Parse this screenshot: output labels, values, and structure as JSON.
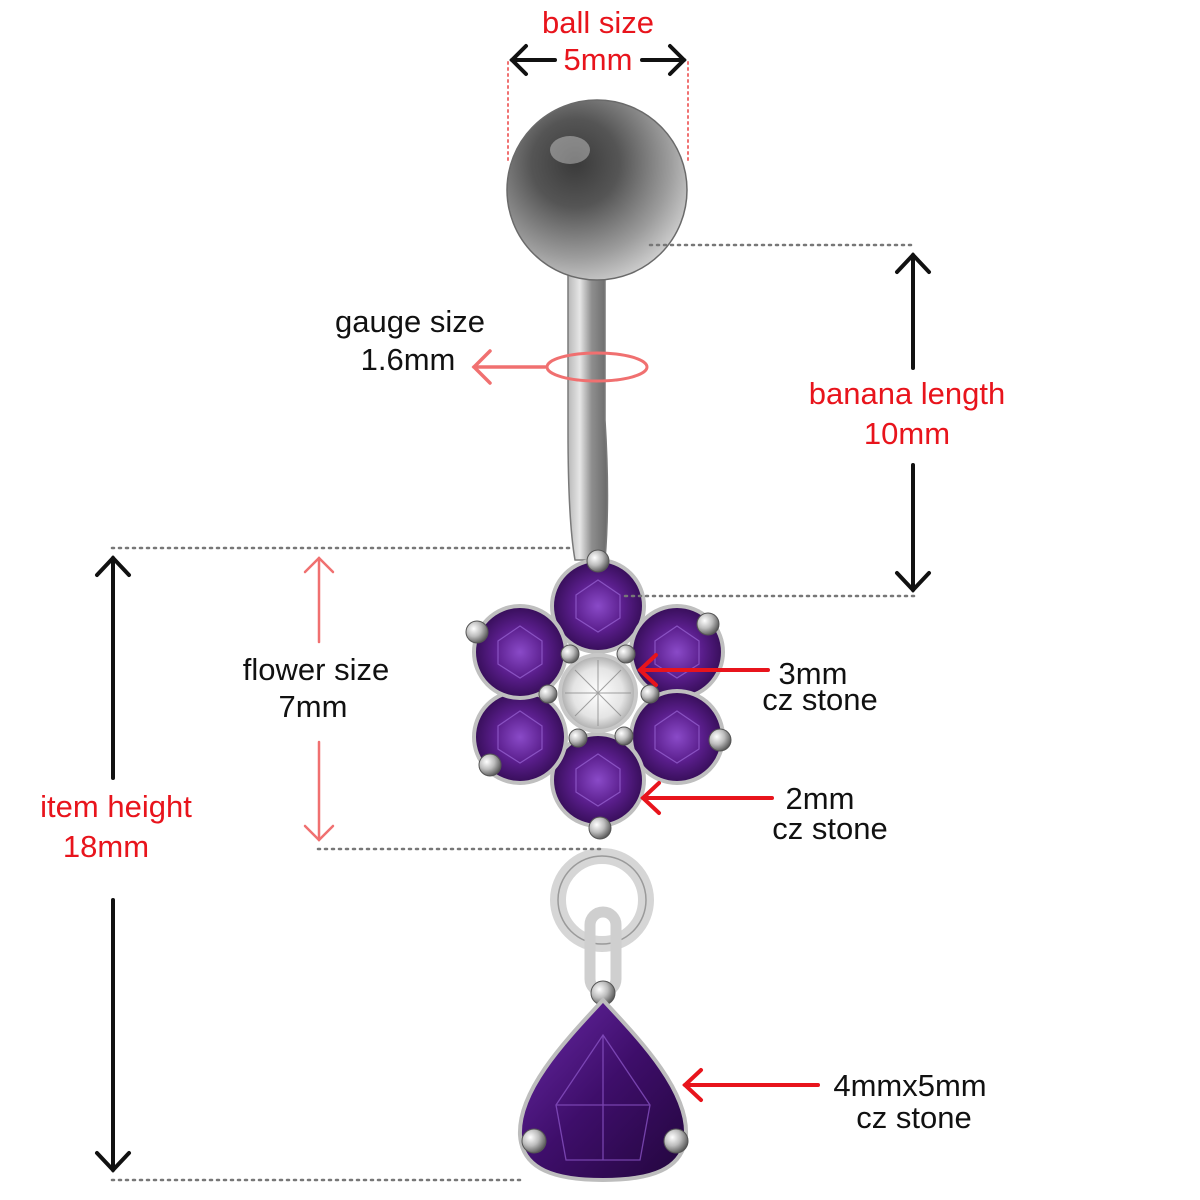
{
  "colors": {
    "red": "#e8141c",
    "salmon": "#f07070",
    "black": "#111111",
    "purple": "#4a1670",
    "purple_light": "#7b3fb8",
    "steel": "#a7a7a7",
    "steel_dark": "#5b5b5b"
  },
  "labels": {
    "ball_size": {
      "title": "ball size",
      "value": "5mm"
    },
    "gauge_size": {
      "title": "gauge size",
      "value": "1.6mm"
    },
    "banana_length": {
      "title": "banana length",
      "value": "10mm"
    },
    "flower_size": {
      "title": "flower size",
      "value": "7mm"
    },
    "item_height": {
      "title": "item height",
      "value": "18mm"
    },
    "center_stone": {
      "size": "3mm",
      "type": "cz stone"
    },
    "petal_stone": {
      "size": "2mm",
      "type": "cz stone"
    },
    "drop_stone": {
      "size": "4mmx5mm",
      "type": "cz stone"
    }
  },
  "icons": {
    "jewelry": "belly-button-ring",
    "dimension": "double-arrow",
    "pointer": "arrow"
  }
}
